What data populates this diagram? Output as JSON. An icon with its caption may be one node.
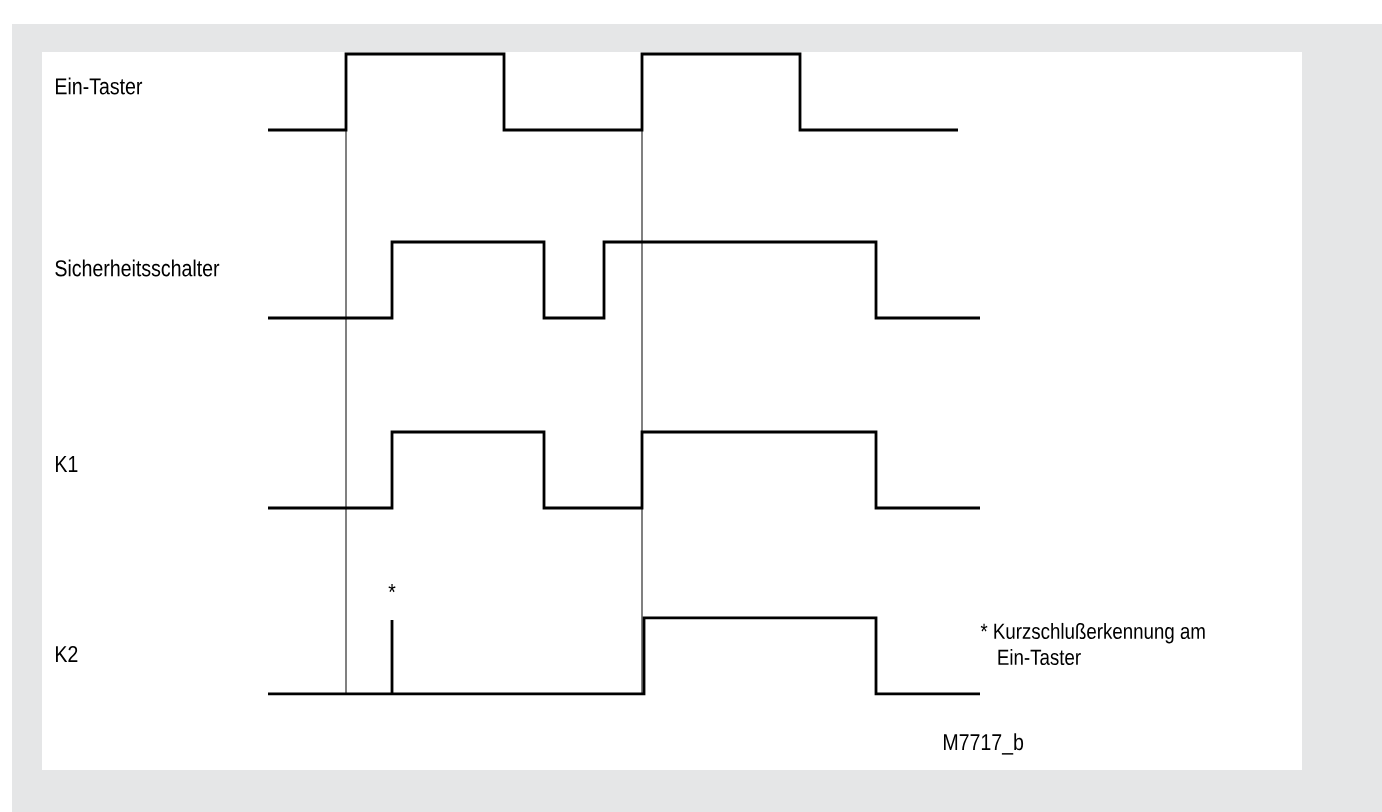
{
  "diagram": {
    "labels": [
      "Ein-Taster",
      "Sicherheitsschalter",
      "K1",
      "K2",
      "*",
      "* Kurzschlußerkennung am Ein-Taster",
      "M7717_b"
    ]
  }
}
